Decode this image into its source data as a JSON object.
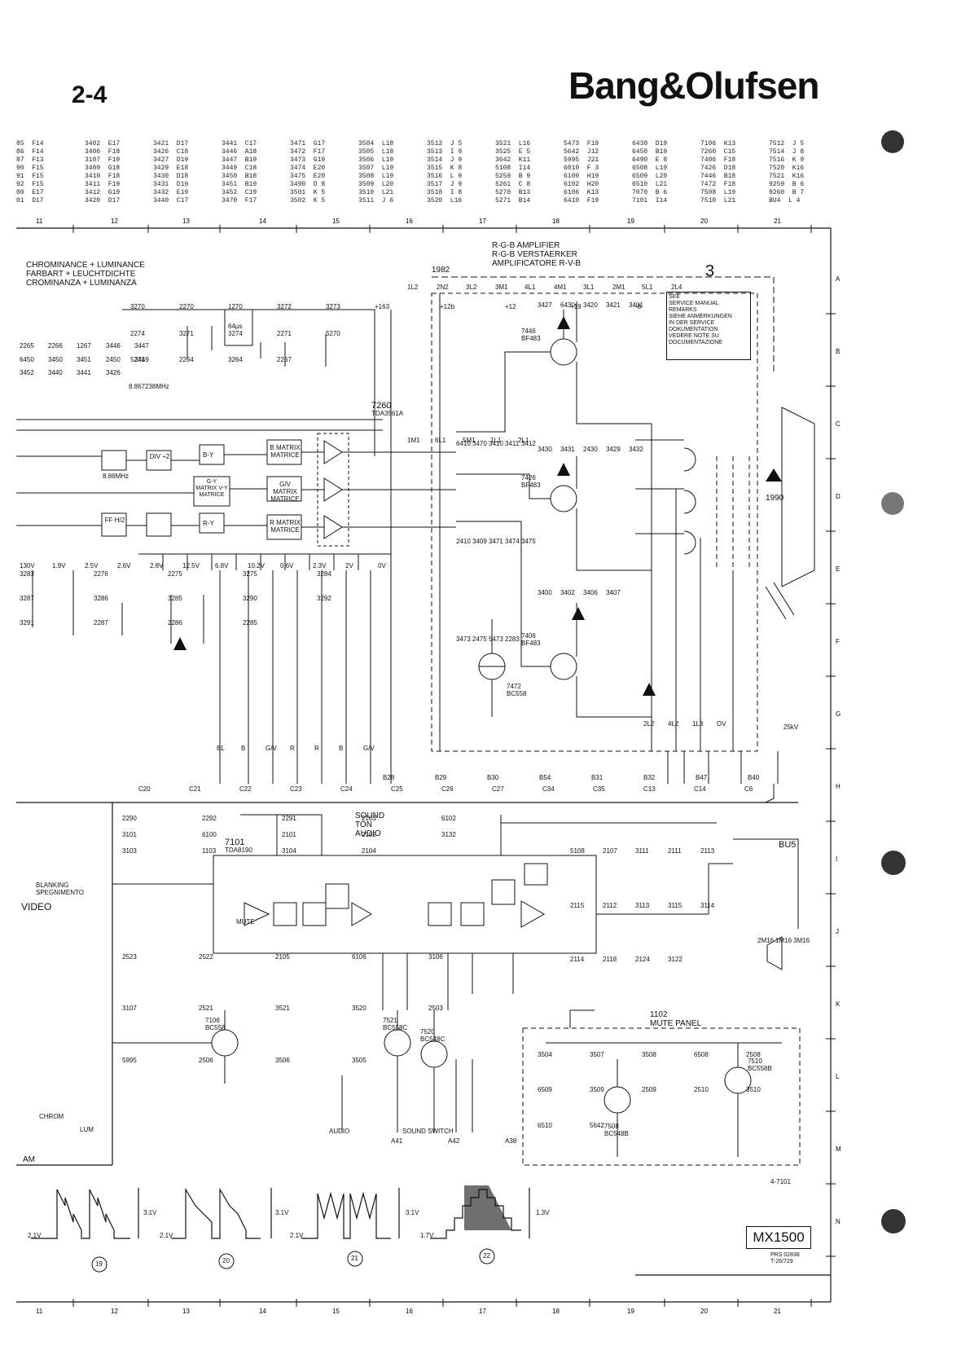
{
  "header": {
    "page_number": "2-4",
    "brand": "Bang&Olufsen"
  },
  "index_table": [
    [
      "85  F14",
      "3402  E17",
      "3421  D17",
      "3441  C17",
      "3471  G17",
      "3504  L18",
      "3512  J 5",
      "3521  L16",
      "5473  F19",
      "6430  D19",
      "7106  K13",
      "7512  J 5"
    ],
    [
      "86  F14",
      "3406  F18",
      "3426  C18",
      "3446  A18",
      "3472  F17",
      "3505  L18",
      "3513  I 9",
      "3525  E 5",
      "5642  J12",
      "6450  B19",
      "7260  C15",
      "7514  J 8"
    ],
    [
      "87  F13",
      "3107  F19",
      "3427  D19",
      "3447  B19",
      "3473  G19",
      "3506  L19",
      "3514  J 9",
      "3642  K11",
      "5995  J21",
      "6490  E 8",
      "7406  F18",
      "7516  K 9"
    ],
    [
      "90  F15",
      "3409  G18",
      "3429  E18",
      "3449  C18",
      "3474  E20",
      "3507  L19",
      "3515  K 8",
      "5108  I14",
      "6010  F 3",
      "6508  L19",
      "7426  D18",
      "7520  K16"
    ],
    [
      "91  F15",
      "3410  F18",
      "3430  D18",
      "3450  B18",
      "3475  E20",
      "3508  L19",
      "3516  L 9",
      "5259  B 9",
      "6100  H19",
      "6509  L20",
      "7446  B18",
      "7521  K16"
    ],
    [
      "92  F15",
      "3411  F19",
      "3431  D19",
      "3451  B19",
      "3490  D 8",
      "3509  L20",
      "3517  J 9",
      "5261  C 8",
      "6102  H20",
      "6510  L21",
      "7472  F18",
      "9259  B 6"
    ],
    [
      "00  E17",
      "3412  G19",
      "3432  E19",
      "3452  C19",
      "3501  K 5",
      "3510  L21",
      "3518  I 8",
      "5270  B13",
      "6106  K13",
      "7070  B 6",
      "7508  L19",
      "9260  B 7"
    ],
    [
      "01  D17",
      "3420  D17",
      "3440  C17",
      "3470  F17",
      "3502  K 5",
      "3511  J 6",
      "3520  L16",
      "5271  B14",
      "6410  F19",
      "7101  I14",
      "7510  L21",
      "BU4  L 4"
    ]
  ],
  "grid": {
    "columns": [
      "11",
      "12",
      "13",
      "14",
      "15",
      "16",
      "17",
      "18",
      "19",
      "20",
      "21"
    ],
    "rows": [
      "A",
      "B",
      "C",
      "D",
      "E",
      "F",
      "G",
      "H",
      "I",
      "J",
      "K",
      "L",
      "M",
      "N"
    ]
  },
  "blocks": {
    "chroma_title": [
      "CHROMINANCE + LUMINANCE",
      "FARBART + LEUCHTDICHTE",
      "CROMINANZA + LUMINANZA"
    ],
    "rgb_title": [
      "R-G-B AMPLIFIER",
      "R-G-B VERSTAERKER",
      "AMPLIFICATORE R-V-B"
    ],
    "rgb_year": "1982",
    "rgb_num": "3",
    "sound_title": [
      "SOUND",
      "TON",
      "AUDIO"
    ],
    "mute_panel": [
      "1102",
      "MUTE PANEL"
    ],
    "bus": "BU5",
    "tube_code": "1990",
    "eht": "25kV",
    "ic_chroma": [
      "7260",
      "TDA3561A"
    ],
    "ic_sound": [
      "7101",
      "TDA8190"
    ],
    "blanking": [
      "BLANKING",
      "SPEGNIMENTO"
    ],
    "video": "VIDEO",
    "chrom": "CHROM",
    "lum": "LUM",
    "am": "AM"
  },
  "service_note": [
    "SEE",
    "SERVICE MANUAL",
    "REMARKS",
    "SIEHE ANMERKUNGEN",
    "IN DER SERVICE",
    "DOKUMENTATION",
    "VEDERE NOTE SU",
    "DOCUMENTAZIONE"
  ],
  "matrix_blocks": [
    "B MATRIX MATRICE",
    "G/V MATRIX MATRICE",
    "R MATRIX MATRICE"
  ],
  "demod_blocks": [
    "B-Y",
    "G-Y MATRIX V-Y MATRICE",
    "R-Y"
  ],
  "misc_blocks": [
    "DIV ÷2",
    "FF H/2",
    "8.86MHz",
    "8.867238MHz",
    "64µs",
    "MUTE"
  ],
  "transistors": [
    [
      "7446",
      "BF483"
    ],
    [
      "7426",
      "BF483"
    ],
    [
      "7406",
      "BF483"
    ],
    [
      "7472",
      "BC558"
    ],
    [
      "7106",
      "BC558"
    ],
    [
      "7521",
      "BC558C"
    ],
    [
      "7520",
      "BC548C"
    ],
    [
      "7508",
      "BC548B"
    ],
    [
      "7510",
      "BC558B"
    ]
  ],
  "components": [
    "3270",
    "2270",
    "1270",
    "3272",
    "3273",
    "2274",
    "3271",
    "3274",
    "2271",
    "5270",
    "5271",
    "2264",
    "3264",
    "2267",
    "2265",
    "2266",
    "1267",
    "3446",
    "3447",
    "6450",
    "3450",
    "3451",
    "2450",
    "3449",
    "3452",
    "3440",
    "3441",
    "3426",
    "3427",
    "6430",
    "3420",
    "3421",
    "3401",
    "3430",
    "3431",
    "2430",
    "3429",
    "3432",
    "3400",
    "3402",
    "3406",
    "3407",
    "6410",
    "3470",
    "3410",
    "3411",
    "3412",
    "2410",
    "3409",
    "3471",
    "3474",
    "3475",
    "3473",
    "2475",
    "5473",
    "2283",
    "3283",
    "2276",
    "2275",
    "3275",
    "3284",
    "3287",
    "3286",
    "3285",
    "3290",
    "3292",
    "3291",
    "2287",
    "2286",
    "2285",
    "2290",
    "2292",
    "2291",
    "2103",
    "6102",
    "3101",
    "6100",
    "2101",
    "2102",
    "3132",
    "3103",
    "1103",
    "3104",
    "2104",
    "5108",
    "2107",
    "3111",
    "2111",
    "2113",
    "2115",
    "2112",
    "3113",
    "3115",
    "3114",
    "2114",
    "2118",
    "2124",
    "3122",
    "2523",
    "2522",
    "2105",
    "6106",
    "3106",
    "3107",
    "2521",
    "3521",
    "3520",
    "2503",
    "5995",
    "2506",
    "3506",
    "3505",
    "3504",
    "3507",
    "3508",
    "6508",
    "2508",
    "6509",
    "3509",
    "2509",
    "2510",
    "3510",
    "6510",
    "5642"
  ],
  "nets": {
    "rgb_inputs": [
      "1M1",
      "6L1",
      "5M1",
      "1L1",
      "2L1"
    ],
    "rgb_top": [
      "1L2",
      "2N2",
      "3L2",
      "3M1",
      "4L1",
      "4M1",
      "3L1",
      "2M1",
      "5L1",
      "2L4"
    ],
    "rgb_bottom": [
      "2L2",
      "4L2",
      "1L3",
      "OV"
    ],
    "supplies": [
      "+163",
      "+12b",
      "+12",
      "+19",
      "-8"
    ],
    "voltages": [
      "130V",
      "1.9V",
      "2.5V",
      "2.6V",
      "2.8V",
      "12.5V",
      "6.8V",
      "10.2V",
      "0.6V",
      "2.3V",
      "2V",
      "0V"
    ],
    "b_connectors": [
      "B28",
      "B29",
      "B30",
      "B54",
      "B31",
      "B32",
      "B47",
      "B40"
    ],
    "c_connectors": [
      "C20",
      "C21",
      "C22",
      "C23",
      "C24",
      "C25",
      "C26",
      "C27",
      "C34",
      "C35",
      "C13",
      "C14",
      "C6"
    ],
    "a_connectors": [
      "A41",
      "A42",
      "A38"
    ],
    "bus_signals": [
      "BL",
      "B",
      "G/V",
      "R",
      "R",
      "B",
      "G/V"
    ],
    "sound_switch": "SOUND SWITCH",
    "audio": "AUDIO",
    "mute_out": "4-7101",
    "speaker_nodes": [
      "2M16",
      "1M16",
      "3M16"
    ]
  },
  "waveforms": [
    {
      "id": "19",
      "amp": "3.1V",
      "base": "2.1V"
    },
    {
      "id": "20",
      "amp": "3.1V",
      "base": "2.1V"
    },
    {
      "id": "21",
      "amp": "3.1V",
      "base": "2.1V"
    },
    {
      "id": "22",
      "amp": "1.3V",
      "base": "1.7V"
    }
  ],
  "footer": {
    "model": "MX1500",
    "ref": [
      "PRS 02838",
      "T-26/729"
    ]
  }
}
